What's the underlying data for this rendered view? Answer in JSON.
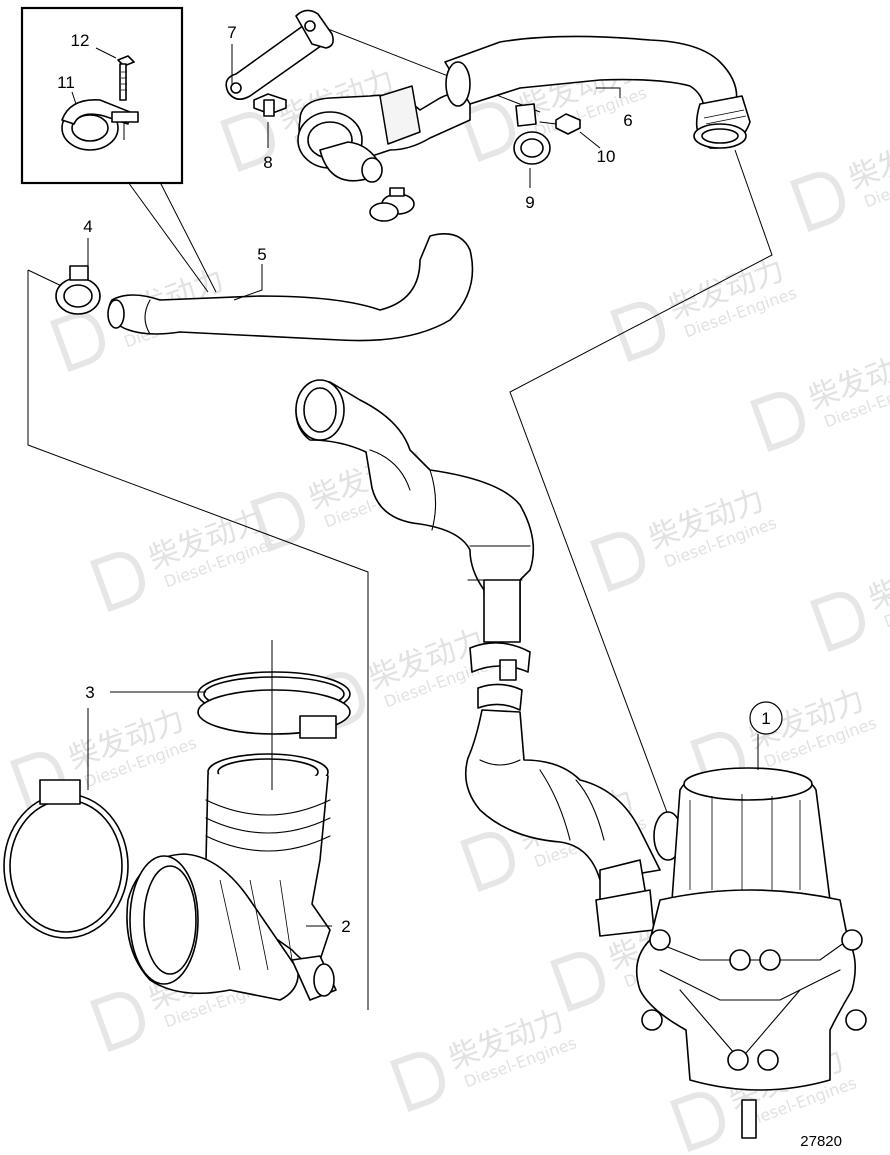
{
  "diagram": {
    "drawing_number": "27820",
    "callouts": [
      {
        "id": "c1",
        "label": "1"
      },
      {
        "id": "c2",
        "label": "2"
      },
      {
        "id": "c3",
        "label": "3"
      },
      {
        "id": "c4",
        "label": "4"
      },
      {
        "id": "c5",
        "label": "5"
      },
      {
        "id": "c6",
        "label": "6"
      },
      {
        "id": "c7",
        "label": "7"
      },
      {
        "id": "c8",
        "label": "8"
      },
      {
        "id": "c9",
        "label": "9"
      },
      {
        "id": "c10",
        "label": "10"
      },
      {
        "id": "c11",
        "label": "11"
      },
      {
        "id": "c12",
        "label": "12"
      }
    ],
    "watermark": {
      "text_cn": "柴发动力",
      "text_en": "Diesel-Engines"
    }
  },
  "colors": {
    "line": "#000000",
    "background": "#ffffff",
    "watermark": "#e2e2e2"
  }
}
